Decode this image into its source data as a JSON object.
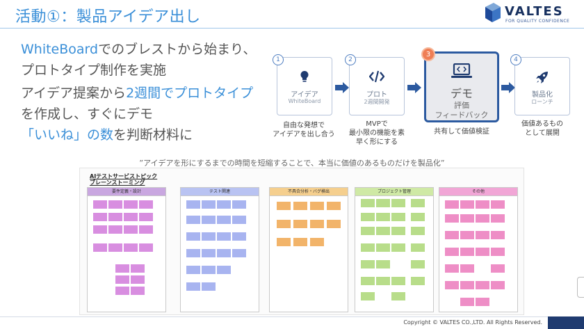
{
  "header": {
    "title": "活動①：製品アイデア出し",
    "logo_text": "VALTES",
    "logo_tagline": "FOR QUALITY CONFIDENCE"
  },
  "intro": {
    "line1_blue": "WhiteBoard",
    "line1_rest": "でのブレストから始まり、",
    "line2": "プロトタイプ制作を実施",
    "line3_a": "アイデア提案から",
    "line3_b": "2週間でプロトタイプ",
    "line4": "を作成し、すぐにデモ",
    "line5_blue": "「いいね」の数",
    "line5_rest": "を判断材料に"
  },
  "steps": [
    {
      "num": "1",
      "title": "アイデア",
      "sub": "WhiteBoard",
      "caption1": "自由な発想で",
      "caption2": "アイデアを出し合う",
      "caption3": "",
      "icon": "lightbulb-icon"
    },
    {
      "num": "2",
      "title": "プロト",
      "sub": "2週間開発",
      "caption1": "MVPで",
      "caption2": "最小限の機能を素",
      "caption3": "早く形にする",
      "icon": "code-icon"
    },
    {
      "num": "3",
      "title": "デモ",
      "sub1": "評価",
      "sub2": "フィードバック",
      "caption1": "共有して価値検証",
      "icon": "laptop-code-icon"
    },
    {
      "num": "4",
      "title": "製品化",
      "sub": "ローンチ",
      "caption1": "価値あるもの",
      "caption2": "として展開",
      "icon": "rocket-icon"
    }
  ],
  "quote": "”アイデアを形にするまでの時間を短縮することで、本当に価値のあるものだけを製品化”",
  "board": {
    "title1": "AIテストサービストピック",
    "title2": "ブレーンストーミング",
    "frames": [
      {
        "label": "要件定義・設計",
        "head_color": "#c9a7e0",
        "note_color": "#d88ee0"
      },
      {
        "label": "テスト関連",
        "head_color": "#b9c3f2",
        "note_color": "#a8b4f0"
      },
      {
        "label": "不具合分析・バグ検出",
        "head_color": "#f5cf8e",
        "note_color": "#f2b46a"
      },
      {
        "label": "プロジェクト管理",
        "head_color": "#cfe9a5",
        "note_color": "#b8dd8a"
      },
      {
        "label": "その他",
        "head_color": "#f1a6d6",
        "note_color": "#ee8ec6"
      }
    ]
  },
  "footer": {
    "copyright": "Copyright © VALTES CO.,LTD. All Rights Reserved."
  },
  "colors": {
    "accent": "#3a8fd8",
    "navy": "#1f3b70",
    "highlight_border": "#2c5aa0",
    "badge_orange": "#ef7e55"
  }
}
